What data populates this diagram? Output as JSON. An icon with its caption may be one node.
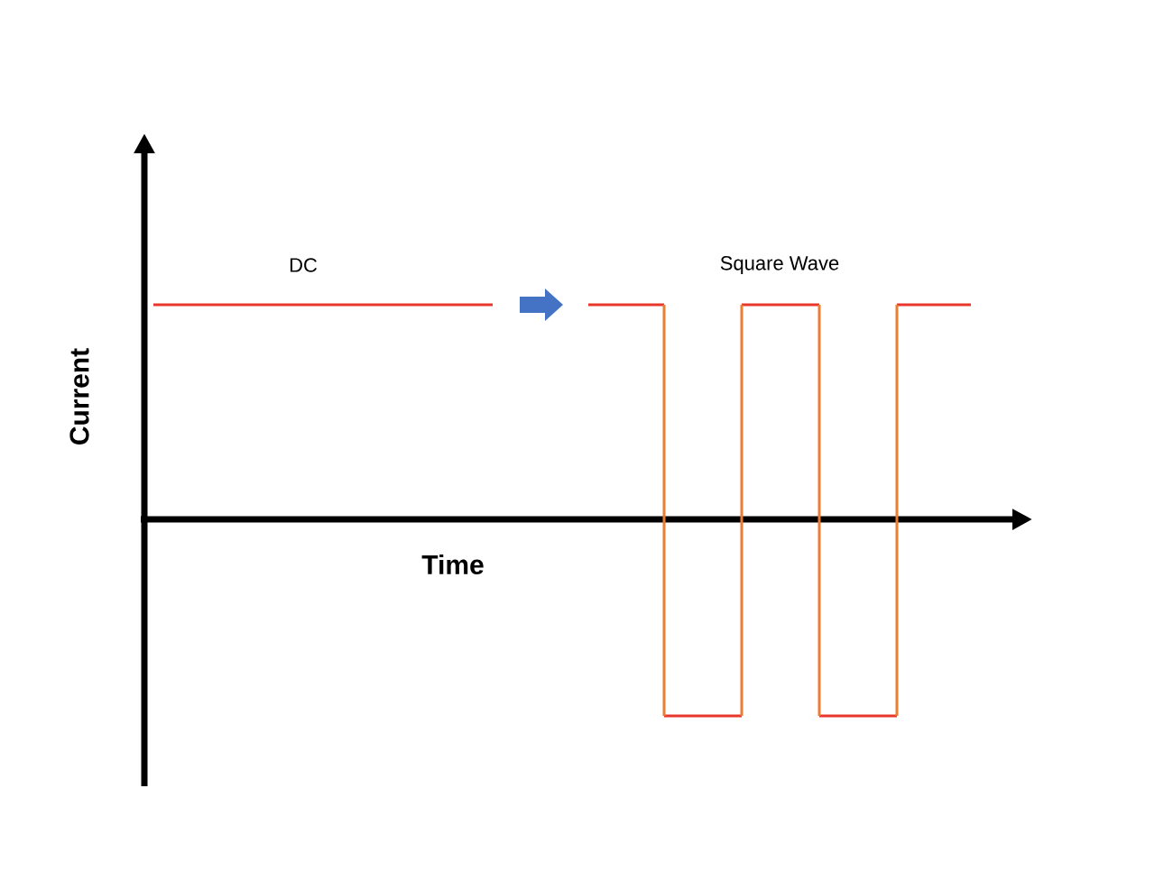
{
  "diagram": {
    "labels": [
      "DC",
      "Square Wave",
      "Current",
      "Time"
    ]
  }
}
